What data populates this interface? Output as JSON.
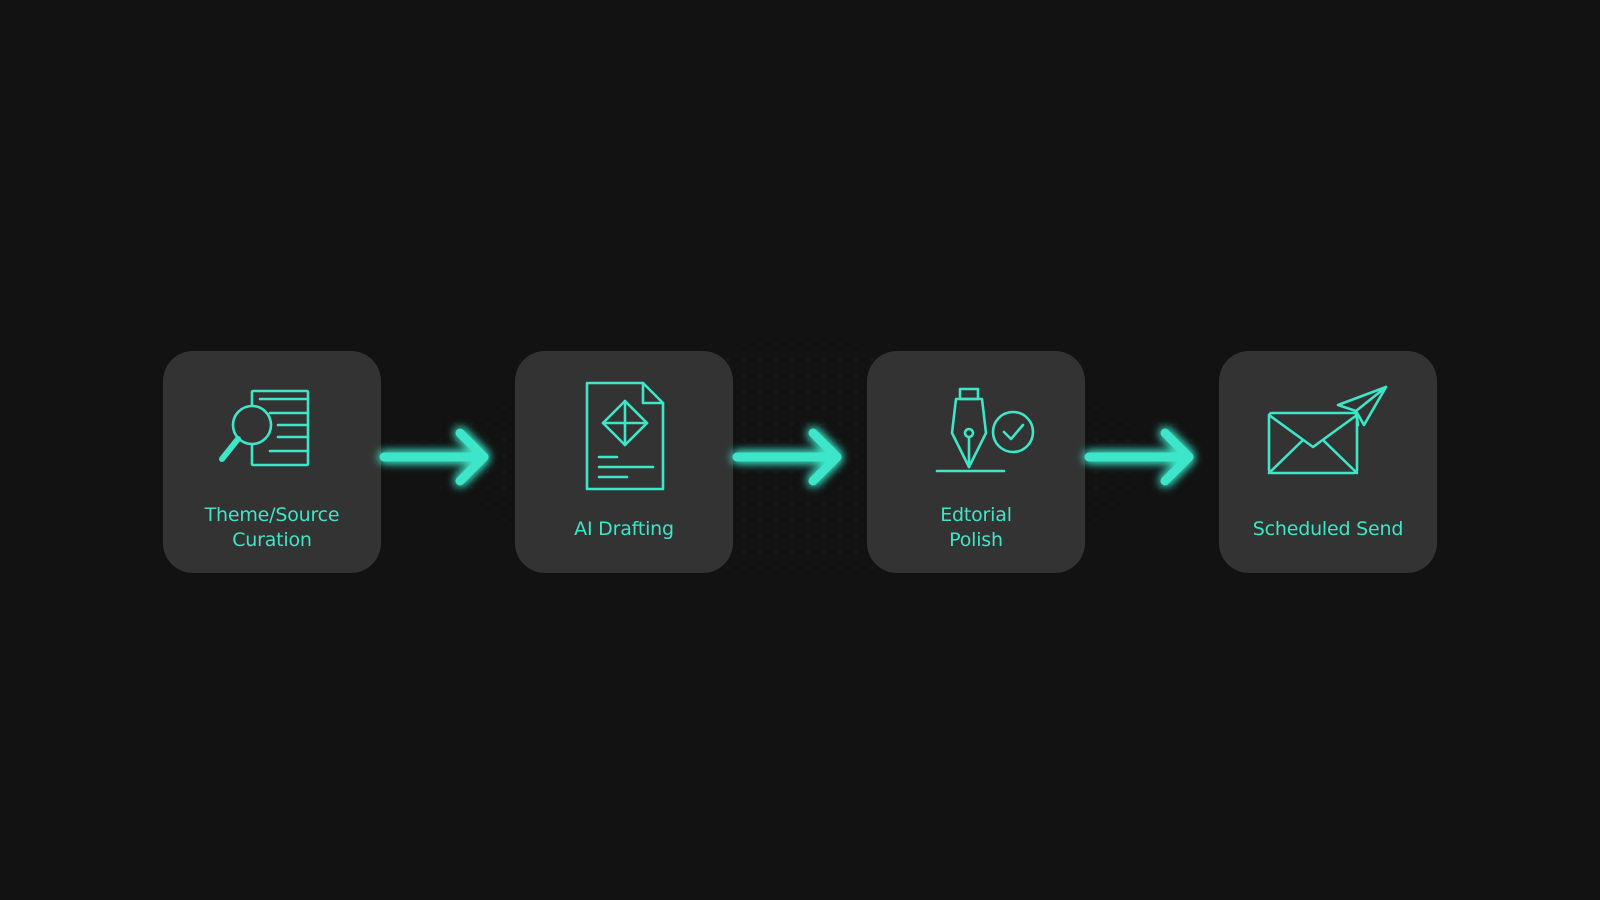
{
  "colors": {
    "background": "#121212",
    "card": "#333333",
    "accent": "#3ee6c8"
  },
  "steps": [
    {
      "label": "Theme/Source\nCuration",
      "icon": "magnifier-list-icon"
    },
    {
      "label": "AI Drafting",
      "icon": "document-diamond-icon"
    },
    {
      "label": "Edtorial\nPolish",
      "icon": "pen-nib-check-icon"
    },
    {
      "label": "Scheduled Send",
      "icon": "envelope-paper-plane-icon"
    }
  ],
  "connectors": [
    "arrow-right-icon",
    "arrow-right-icon",
    "arrow-right-icon"
  ]
}
